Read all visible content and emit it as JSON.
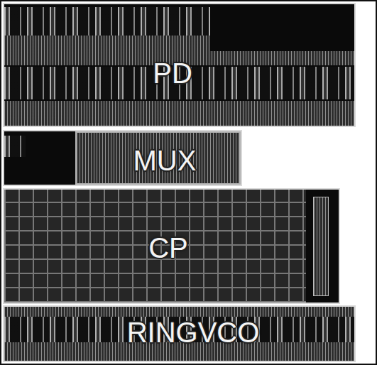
{
  "diagram": {
    "nodes": [
      {
        "text": [
          "PD"
        ]
      },
      {
        "text": [
          "MUX"
        ]
      },
      {
        "text": [
          "CP"
        ]
      },
      {
        "text": [
          "RINGVCO"
        ]
      }
    ]
  }
}
